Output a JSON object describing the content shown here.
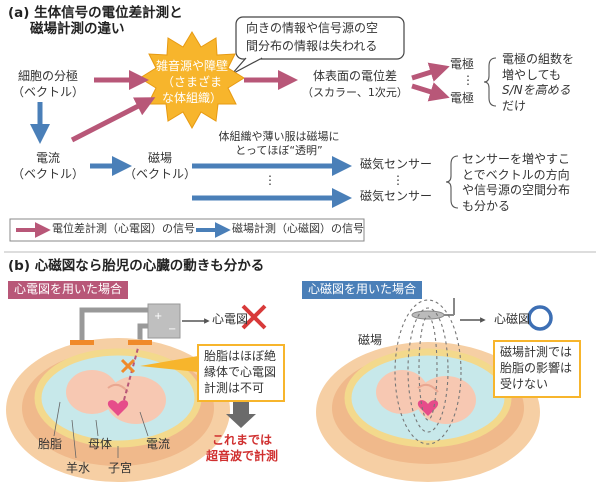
{
  "section_a": {
    "title_line1": "(a) 生体信号の電位差計測と",
    "title_line2": "磁場計測の違い",
    "speech_line1": "向きの情報や信号源の空",
    "speech_line2": "間分布の情報は失われる",
    "cell_line1": "細胞の分極",
    "cell_line2": "（ベクトル）",
    "burst_line1": "雑音源や障壁",
    "burst_line2": "（さまざま",
    "burst_line3": "な体組織）",
    "surface_line1": "体表面の電位差",
    "surface_line2": "（スカラー、1次元）",
    "electrode1": "電極",
    "electrode2": "電極",
    "electrode_dots": "⋮",
    "electrode_note_line1": "電極の組数を",
    "electrode_note_line2": "増やしても",
    "electrode_note_line3": "S/Nを高める",
    "electrode_note_line4": "だけ",
    "current_line1": "電流",
    "current_line2": "（ベクトル）",
    "field_line1": "磁場",
    "field_line2": "（ベクトル）",
    "transparent_line1": "体組織や薄い服は磁場に",
    "transparent_line2": "とってほぼ“透明”",
    "sensor1": "磁気センサー",
    "sensor2": "磁気センサー",
    "sensor_dots": "⋮",
    "field_dots": "⋮",
    "sensor_note_line1": "センサーを増やすこ",
    "sensor_note_line2": "とでベクトルの方向",
    "sensor_note_line3": "や信号源の空間分布",
    "sensor_note_line4": "も分かる",
    "legend_ecg": "電位差計測（心電図）の信号",
    "legend_mcg": "磁場計測（心磁図）の信号"
  },
  "section_b": {
    "title": "(b) 心磁図なら胎児の心臓の動きも分かる",
    "ecg_tab": "心電図を用いた場合",
    "mcg_tab": "心磁図を用いた場合",
    "ecg_label": "心電図",
    "mcg_label": "心磁図",
    "plus": "+",
    "minus": "−",
    "ecg_note_line1": "胎脂はほぼ絶",
    "ecg_note_line2": "縁体で心電図",
    "ecg_note_line3": "計測は不可",
    "ultrasound_line1": "これまでは",
    "ultrasound_line2": "超音波で計測",
    "vernix": "胎脂",
    "mother": "母体",
    "current": "電流",
    "amniotic": "羊水",
    "uterus": "子宮",
    "field": "磁場",
    "mcg_note_line1": "磁場計測では",
    "mcg_note_line2": "胎脂の影響は",
    "mcg_note_line3": "受けない"
  },
  "colors": {
    "ecg_arrow": "#b85778",
    "mcg_arrow": "#4a7fb8",
    "burst": "#f7b52c",
    "cross": "#d83a3a",
    "circle": "#3d6fb4",
    "belly": "#f6cfa4",
    "amniotic": "#c7e8ea",
    "ultrasound_text": "#d03030"
  }
}
